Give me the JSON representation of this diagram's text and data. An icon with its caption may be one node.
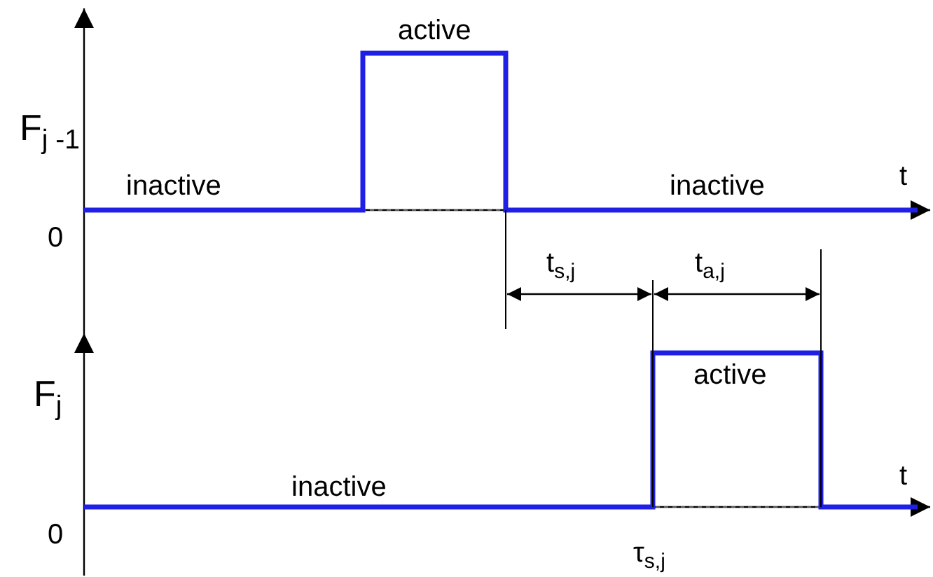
{
  "diagram": {
    "labels": [
      "F$_{j -1}$",
      "active",
      "inactive",
      "inactive",
      "t",
      "0",
      "t$_{s,j}$",
      "t$_{a,j}$",
      "F$_{j}$",
      "active",
      "inactive",
      "t",
      "0",
      "τ$_{s,j}$"
    ]
  }
}
